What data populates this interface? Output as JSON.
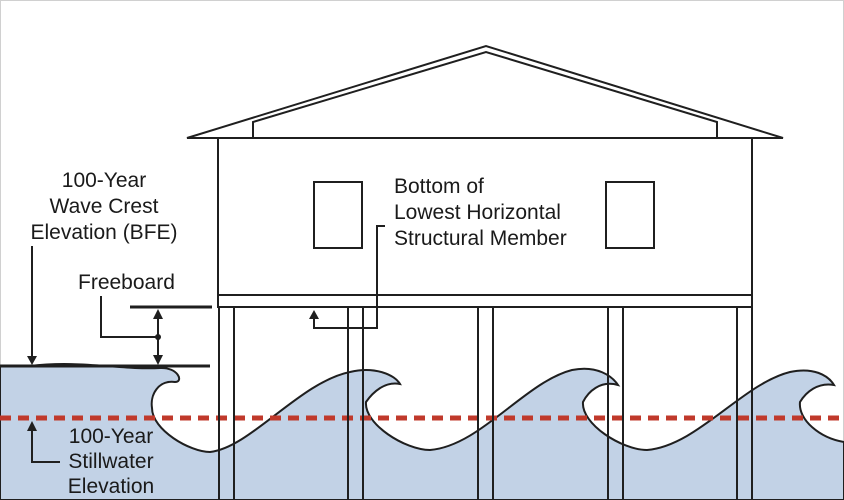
{
  "labels": {
    "wave_crest": [
      "100-Year",
      "Wave Crest",
      "Elevation (BFE)"
    ],
    "freeboard": "Freeboard",
    "lowest_member": [
      "Bottom of",
      "Lowest Horizontal",
      "Structural Member"
    ],
    "stillwater": [
      "100-Year",
      "Stillwater",
      "Elevation"
    ]
  },
  "colors": {
    "water": "#c2d2e6",
    "stillwater_line": "#c0392b",
    "line": "#1f1f1f"
  }
}
